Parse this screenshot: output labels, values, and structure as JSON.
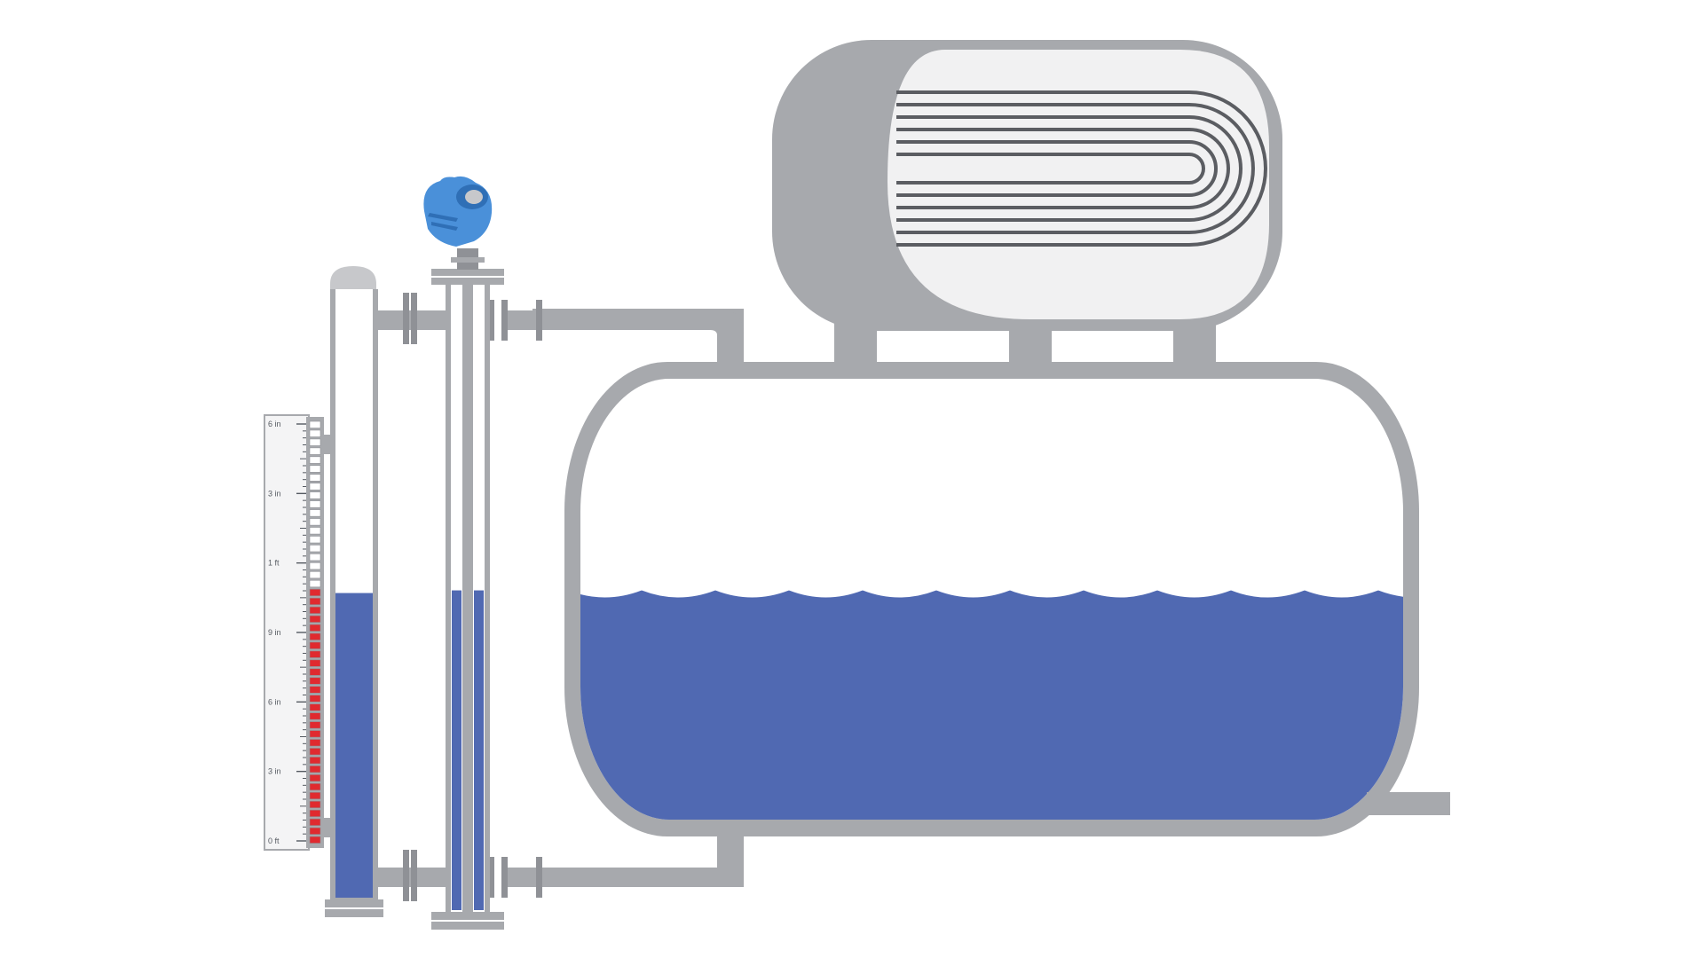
{
  "colors": {
    "background": "#ffffff",
    "steel": "#a7a9ad",
    "steel_dark": "#8f9196",
    "steel_light": "#c7c8cb",
    "vessel_interior": "#ffffff",
    "exchanger_interior": "#f1f1f2",
    "tube_bundle": "#5b5d62",
    "liquid": "#5069b2",
    "indicator_on": "#e02a2f",
    "indicator_off": "#ffffff",
    "transmitter": "#4a90d9",
    "transmitter_dark": "#2f6fb6",
    "scale_face": "#f4f4f5",
    "scale_text": "#555a61"
  },
  "icons": {
    "transmitter_head": "radar-transmitter-icon",
    "flag_segment": "indicator-flag-segment"
  },
  "level": {
    "fill_fraction": 0.52
  },
  "scale": {
    "labels": [
      "6 in",
      "3 in",
      "1 ft",
      "9 in",
      "6 in",
      "3 in",
      "0 ft"
    ]
  }
}
